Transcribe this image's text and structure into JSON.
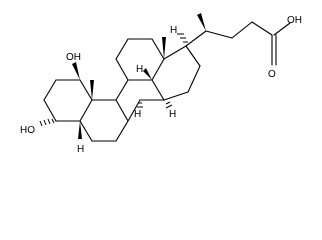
{
  "structure": {
    "labels": {
      "oh_top": "OH",
      "oh_left": "HO",
      "acid_oh": "OH",
      "acid_o": "O",
      "h_17": "H",
      "h_14": "H",
      "h_8": "H",
      "h_9": "H",
      "h_5": "H"
    },
    "colors": {
      "ink": "#000000",
      "background": "#ffffff"
    }
  }
}
